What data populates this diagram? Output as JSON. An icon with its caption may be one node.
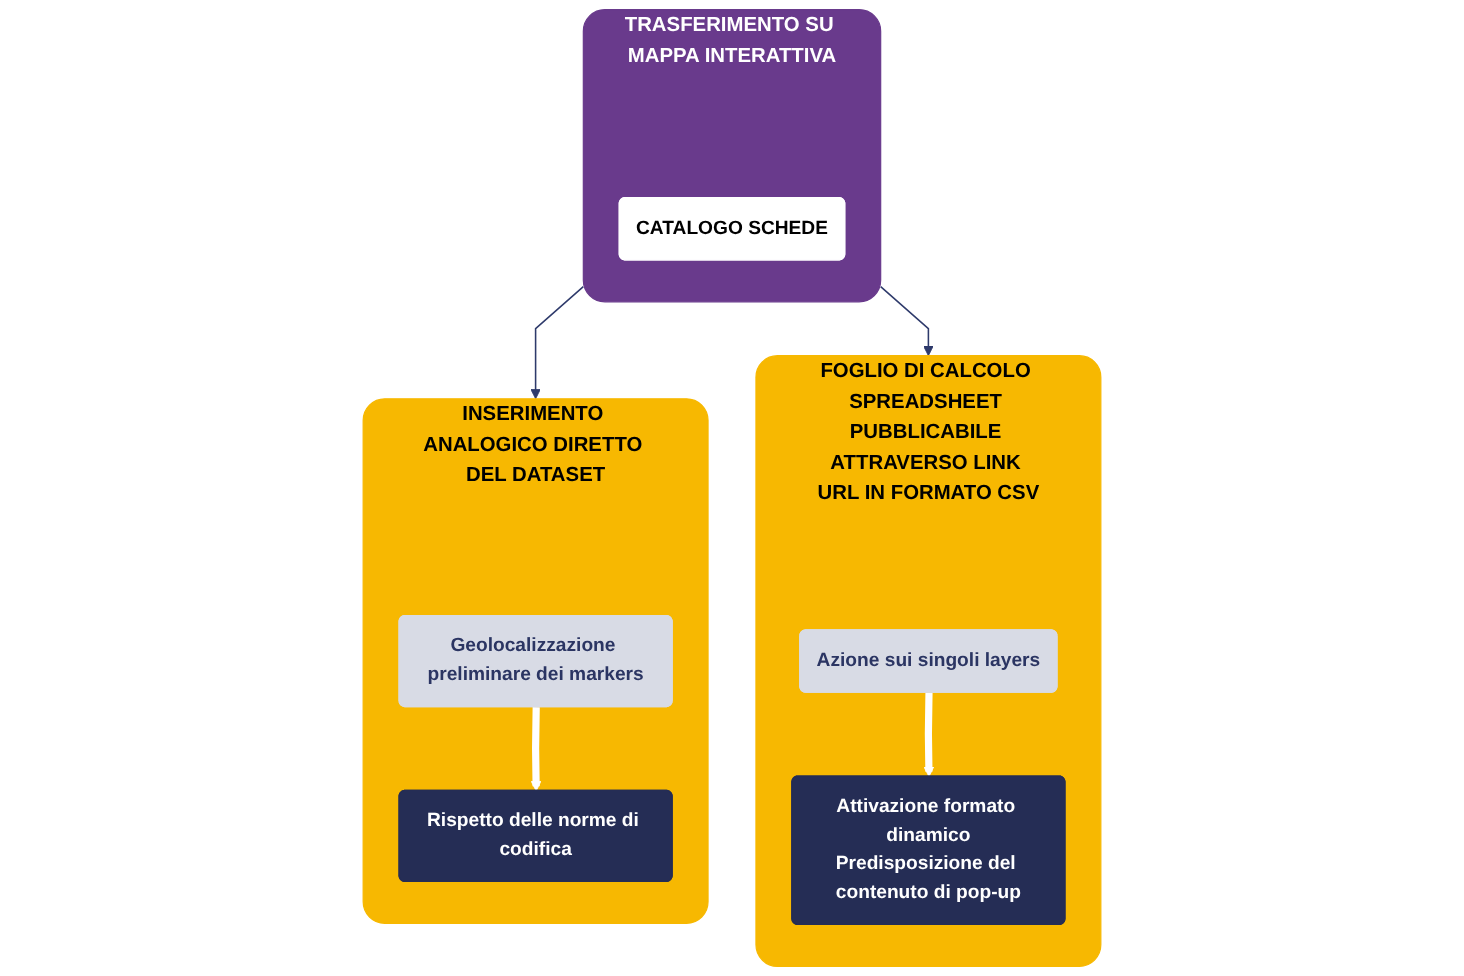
{
  "diagram": {
    "nodes": [
      {
        "text": [
          "TRASFERIMENTO SU MAPPA INTERATTIVA"
        ]
      },
      {
        "text": [
          "CATALOGO SCHEDE"
        ],
        "in": 0
      },
      {
        "text": [
          "INSERIMENTO ANALOGICO DIRETTO DEL DATASET"
        ]
      },
      {
        "text": [
          "Geolocalizzazione preliminare dei markers"
        ],
        "in": 2
      },
      {
        "text": [
          "Rispetto delle norme di codifica"
        ],
        "in": 2
      },
      {
        "text": [
          "FOGLIO DI CALCOLO SPREADSHEET PUBBLICABILE ATTRAVERSO LINK URL IN FORMATO CSV"
        ]
      },
      {
        "text": [
          "Azione sui singoli layers"
        ],
        "in": 5
      },
      {
        "text": [
          "Attivazione formato dinamico",
          "Predisposizione del contenuto di pop-up"
        ],
        "in": 5
      }
    ],
    "edges": [
      {
        "from": 0,
        "to": 2,
        "arrow": "to"
      },
      {
        "from": 0,
        "to": 5,
        "arrow": "to"
      },
      {
        "from": 3,
        "to": 4,
        "arrow": "to",
        "style": "thick",
        "color": "#ffffff"
      },
      {
        "from": 6,
        "to": 7,
        "arrow": "to",
        "style": "thick",
        "color": "#ffffff"
      }
    ]
  }
}
